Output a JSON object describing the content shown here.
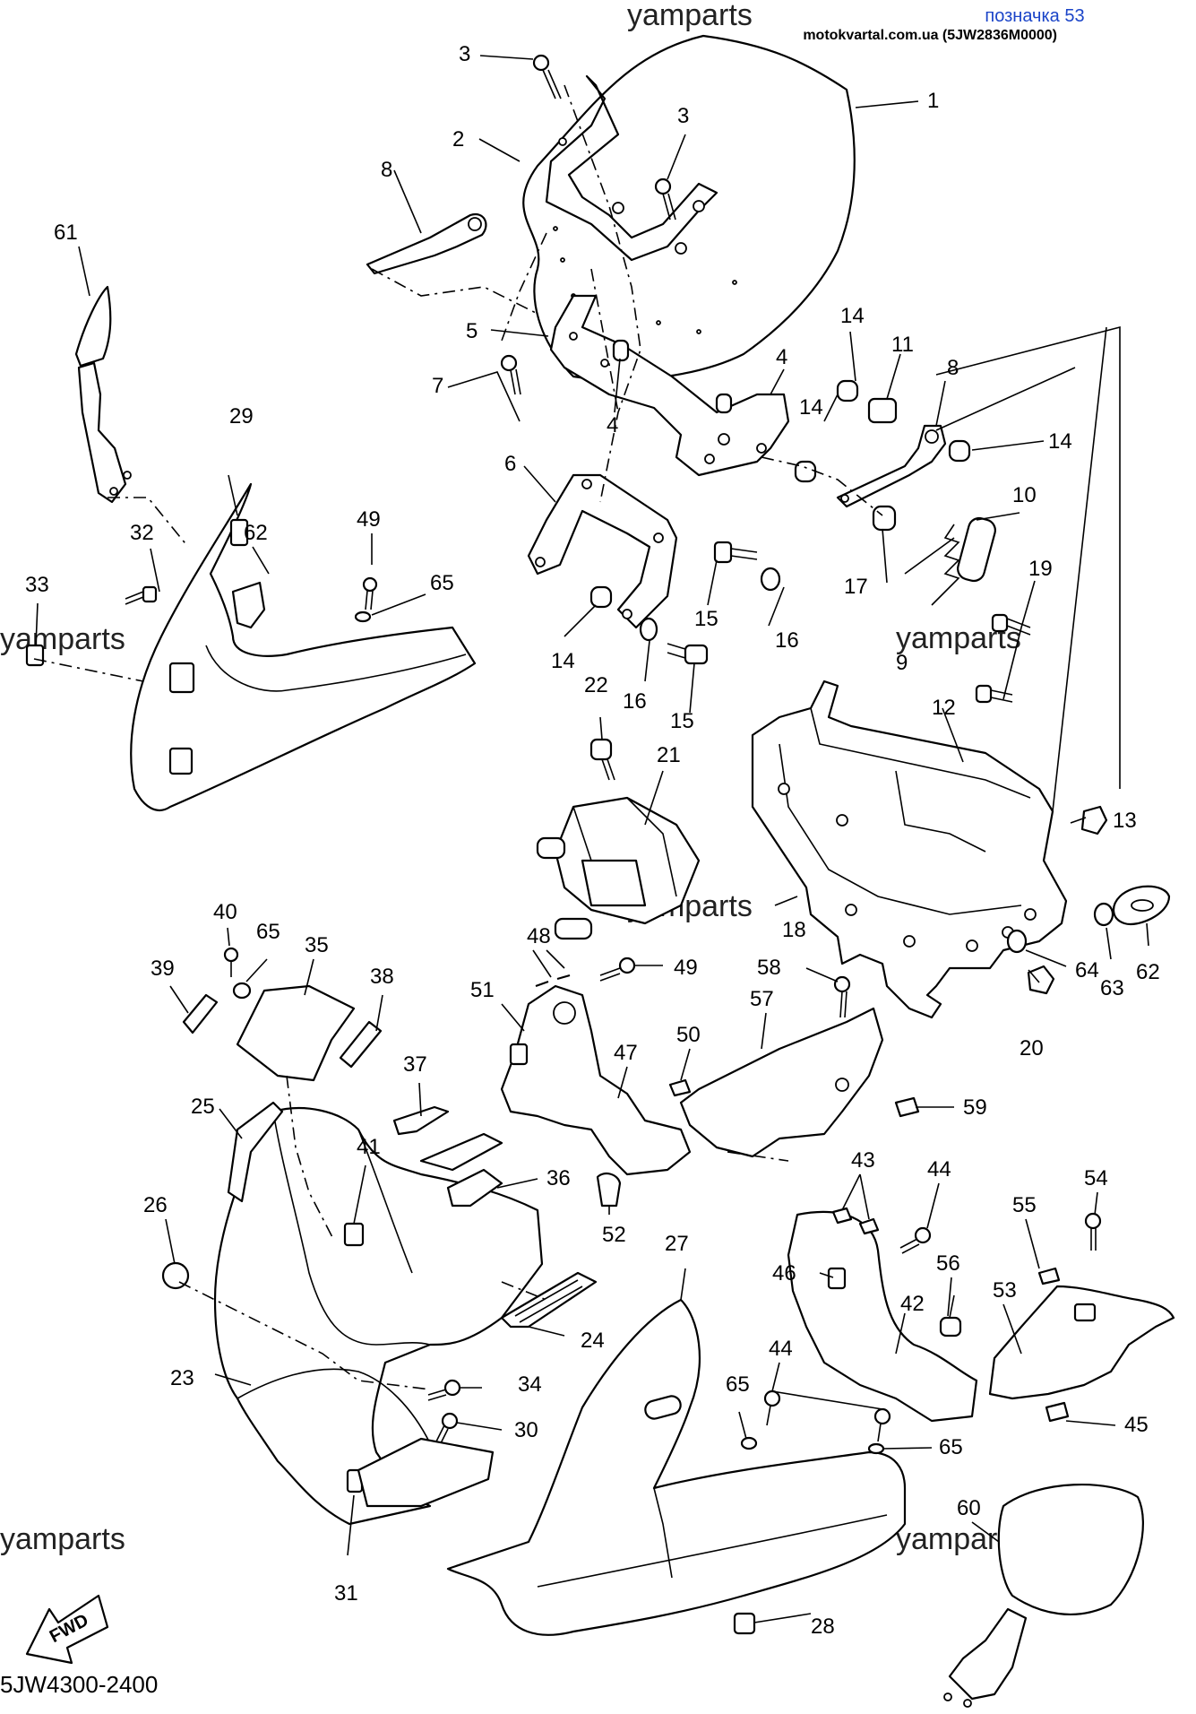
{
  "header": {
    "title": "позначка 53",
    "source": "motokvartal.com.ua (5JW2836M0000)"
  },
  "watermark": "yamparts",
  "diagram_code": "5JW4300-2400",
  "fwd_label": "FWD",
  "callouts": [
    {
      "id": "c1",
      "text": "1"
    },
    {
      "id": "c2",
      "text": "2"
    },
    {
      "id": "c3a",
      "text": "3"
    },
    {
      "id": "c3b",
      "text": "3"
    },
    {
      "id": "c4a",
      "text": "4"
    },
    {
      "id": "c4b",
      "text": "4"
    },
    {
      "id": "c5",
      "text": "5"
    },
    {
      "id": "c6",
      "text": "6"
    },
    {
      "id": "c7",
      "text": "7"
    },
    {
      "id": "c8a",
      "text": "8"
    },
    {
      "id": "c8b",
      "text": "8"
    },
    {
      "id": "c9",
      "text": "9"
    },
    {
      "id": "c10",
      "text": "10"
    },
    {
      "id": "c11",
      "text": "11"
    },
    {
      "id": "c12",
      "text": "12"
    },
    {
      "id": "c13",
      "text": "13"
    },
    {
      "id": "c14a",
      "text": "14"
    },
    {
      "id": "c14b",
      "text": "14"
    },
    {
      "id": "c14c",
      "text": "14"
    },
    {
      "id": "c14d",
      "text": "14"
    },
    {
      "id": "c15a",
      "text": "15"
    },
    {
      "id": "c15b",
      "text": "15"
    },
    {
      "id": "c16a",
      "text": "16"
    },
    {
      "id": "c16b",
      "text": "16"
    },
    {
      "id": "c17",
      "text": "17"
    },
    {
      "id": "c18",
      "text": "18"
    },
    {
      "id": "c19",
      "text": "19"
    },
    {
      "id": "c20",
      "text": "20"
    },
    {
      "id": "c21",
      "text": "21"
    },
    {
      "id": "c22",
      "text": "22"
    },
    {
      "id": "c23",
      "text": "23"
    },
    {
      "id": "c24",
      "text": "24"
    },
    {
      "id": "c25",
      "text": "25"
    },
    {
      "id": "c26",
      "text": "26"
    },
    {
      "id": "c27",
      "text": "27"
    },
    {
      "id": "c28",
      "text": "28"
    },
    {
      "id": "c29",
      "text": "29"
    },
    {
      "id": "c30",
      "text": "30"
    },
    {
      "id": "c31",
      "text": "31"
    },
    {
      "id": "c32",
      "text": "32"
    },
    {
      "id": "c33",
      "text": "33"
    },
    {
      "id": "c34",
      "text": "34"
    },
    {
      "id": "c35",
      "text": "35"
    },
    {
      "id": "c36",
      "text": "36"
    },
    {
      "id": "c37",
      "text": "37"
    },
    {
      "id": "c38",
      "text": "38"
    },
    {
      "id": "c39",
      "text": "39"
    },
    {
      "id": "c40",
      "text": "40"
    },
    {
      "id": "c41",
      "text": "41"
    },
    {
      "id": "c42",
      "text": "42"
    },
    {
      "id": "c43",
      "text": "43"
    },
    {
      "id": "c44a",
      "text": "44"
    },
    {
      "id": "c44b",
      "text": "44"
    },
    {
      "id": "c45",
      "text": "45"
    },
    {
      "id": "c46",
      "text": "46"
    },
    {
      "id": "c47",
      "text": "47"
    },
    {
      "id": "c48",
      "text": "48"
    },
    {
      "id": "c49a",
      "text": "49"
    },
    {
      "id": "c49b",
      "text": "49"
    },
    {
      "id": "c50",
      "text": "50"
    },
    {
      "id": "c51",
      "text": "51"
    },
    {
      "id": "c52",
      "text": "52"
    },
    {
      "id": "c53",
      "text": "53"
    },
    {
      "id": "c54",
      "text": "54"
    },
    {
      "id": "c55",
      "text": "55"
    },
    {
      "id": "c56",
      "text": "56"
    },
    {
      "id": "c57",
      "text": "57"
    },
    {
      "id": "c58",
      "text": "58"
    },
    {
      "id": "c59",
      "text": "59"
    },
    {
      "id": "c60",
      "text": "60"
    },
    {
      "id": "c61",
      "text": "61"
    },
    {
      "id": "c62a",
      "text": "62"
    },
    {
      "id": "c62b",
      "text": "62"
    },
    {
      "id": "c63",
      "text": "63"
    },
    {
      "id": "c64",
      "text": "64"
    },
    {
      "id": "c65a",
      "text": "65"
    },
    {
      "id": "c65b",
      "text": "65"
    },
    {
      "id": "c65c",
      "text": "65"
    },
    {
      "id": "c65d",
      "text": "65"
    }
  ]
}
